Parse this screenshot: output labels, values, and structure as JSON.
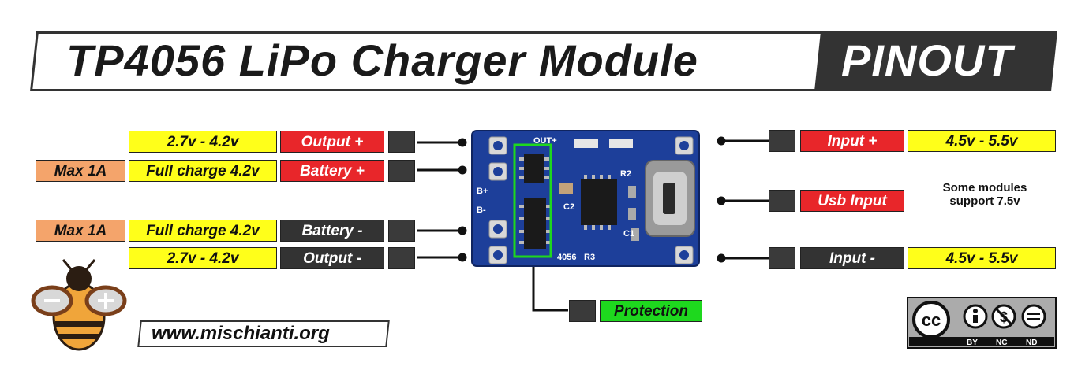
{
  "header": {
    "title": "TP4056 LiPo Charger Module",
    "badge": "PINOUT"
  },
  "left_pins": {
    "output_plus": {
      "range": "2.7v - 4.2v",
      "label": "Output +"
    },
    "battery_plus": {
      "max": "Max 1A",
      "charge": "Full charge 4.2v",
      "label": "Battery +"
    },
    "battery_minus": {
      "max": "Max 1A",
      "charge": "Full charge 4.2v",
      "label": "Battery -"
    },
    "output_minus": {
      "range": "2.7v - 4.2v",
      "label": "Output -"
    }
  },
  "right_pins": {
    "input_plus": {
      "label": "Input +",
      "range": "4.5v - 5.5v"
    },
    "usb_input": {
      "label": "Usb Input",
      "note": "Some modules support 7.5v"
    },
    "input_minus": {
      "label": "Input -",
      "range": "4.5v - 5.5v"
    }
  },
  "protection": {
    "label": "Protection"
  },
  "footer": {
    "url": "www.mischianti.org",
    "license": [
      "BY",
      "NC",
      "ND"
    ],
    "license_mark": "cc"
  },
  "board_silk": {
    "out_plus": "OUT+",
    "b_plus": "B+",
    "b_minus": "B-",
    "chip": "4056",
    "r3": "R3",
    "r2": "R2",
    "c2": "C2",
    "c1": "C1"
  },
  "colors": {
    "yellow": "#ffff1a",
    "red": "#e8262a",
    "dark": "#333333",
    "orange": "#f4a46b",
    "green": "#1ed81e",
    "pcb": "#1d3f9a"
  }
}
